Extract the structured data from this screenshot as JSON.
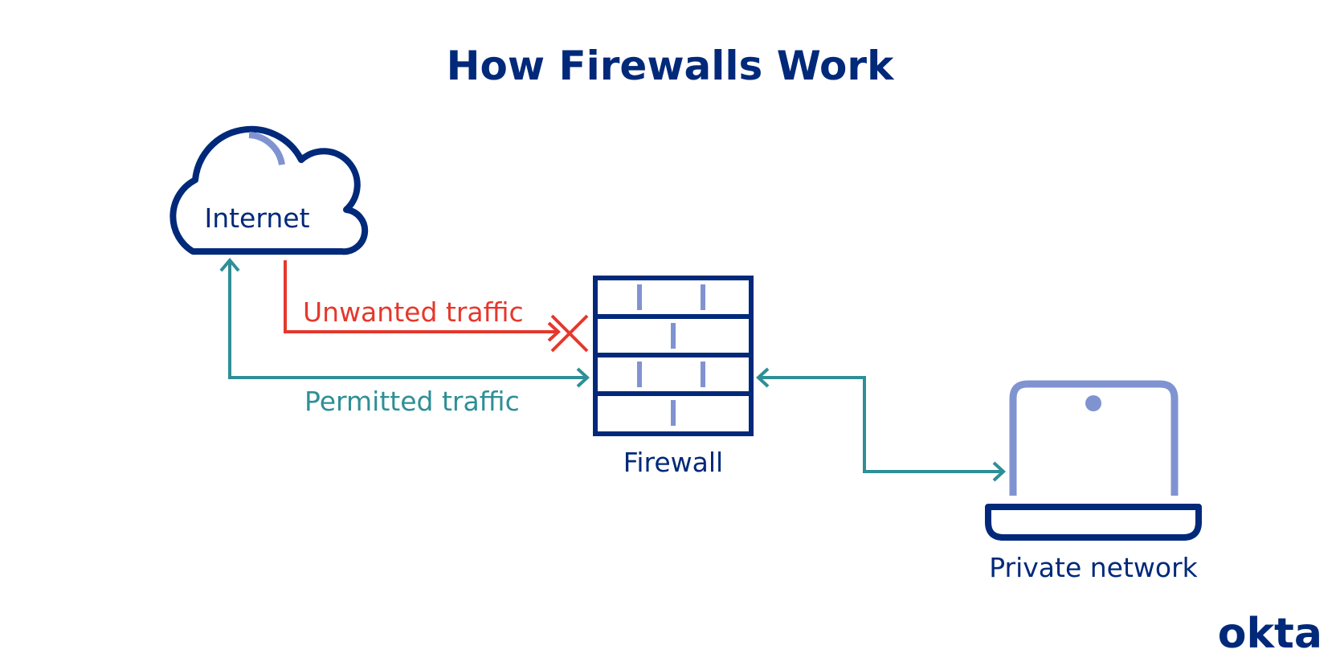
{
  "title": "How Firewalls Work",
  "nodes": {
    "internet": {
      "label": "Internet"
    },
    "firewall": {
      "label": "Firewall"
    },
    "private_network": {
      "label": "Private network"
    }
  },
  "flows": {
    "unwanted": {
      "label": "Unwanted traffic",
      "status": "blocked"
    },
    "permitted": {
      "label": "Permitted traffic",
      "status": "allowed"
    }
  },
  "brand": {
    "logo_text": "okta"
  },
  "colors": {
    "navy": "#00297A",
    "light_blue": "#8093D1",
    "red": "#E5382C",
    "teal": "#2E8F96",
    "background": "#FFFFFF"
  },
  "icons": {
    "internet": "cloud-icon",
    "firewall": "brick-wall-icon",
    "private_network": "laptop-icon",
    "blocked": "x-mark-icon"
  }
}
